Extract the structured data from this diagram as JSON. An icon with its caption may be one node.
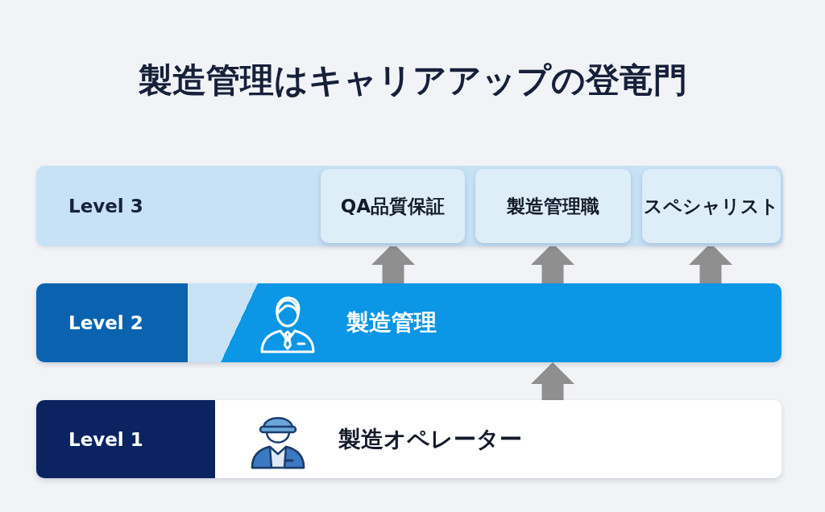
{
  "diagram": {
    "title": "製造管理はキャリアアップの登竜門",
    "nodes": [
      {
        "text": [
          "Level 3"
        ]
      },
      {
        "text": [
          "QA品質保証"
        ],
        "in": 0
      },
      {
        "text": [
          "製造管理職"
        ],
        "in": 0
      },
      {
        "text": [
          "スペシャリスト"
        ],
        "in": 0
      },
      {
        "text": [
          "Level 2",
          "製造管理"
        ]
      },
      {
        "text": [
          "Level 1",
          "製造オペレーター"
        ]
      }
    ],
    "edges": [
      {
        "from": 4,
        "to": 1,
        "arrow": "to"
      },
      {
        "from": 4,
        "to": 2,
        "arrow": "to"
      },
      {
        "from": 4,
        "to": 3,
        "arrow": "to"
      },
      {
        "from": 5,
        "to": 4,
        "arrow": "to"
      }
    ]
  }
}
